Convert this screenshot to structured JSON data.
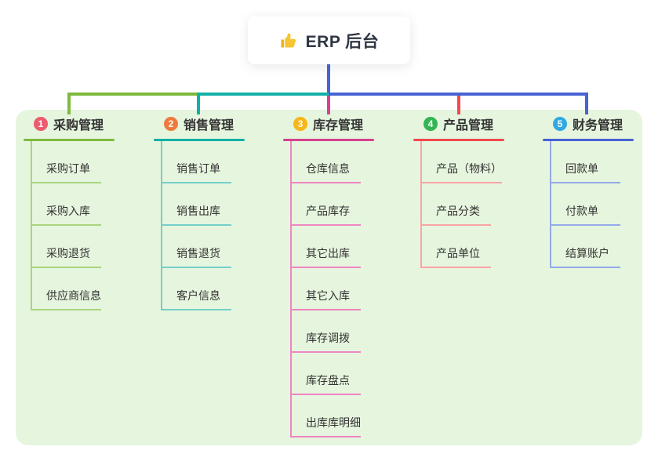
{
  "root": {
    "icon": "thumbs-up-icon",
    "title": "ERP 后台"
  },
  "panel": {
    "background": "#e6f5de"
  },
  "connector": {
    "root_color": "#4a63d2"
  },
  "branches": [
    {
      "number": "1",
      "label": "采购管理",
      "badge_color": "#ee5b6e",
      "line_color": "#7eba3d",
      "child_line_color": "#aad47f",
      "children": [
        "采购订单",
        "采购入库",
        "采购退货",
        "供应商信息"
      ]
    },
    {
      "number": "2",
      "label": "销售管理",
      "badge_color": "#ee7b3d",
      "line_color": "#12b0a6",
      "child_line_color": "#74cfc8",
      "children": [
        "销售订单",
        "销售出库",
        "销售退货",
        "客户信息"
      ]
    },
    {
      "number": "3",
      "label": "库存管理",
      "badge_color": "#f7b717",
      "line_color": "#d6418f",
      "child_line_color": "#ee86c2",
      "children": [
        "仓库信息",
        "产品库存",
        "其它出库",
        "其它入库",
        "库存调拨",
        "库存盘点",
        "出库库明细"
      ]
    },
    {
      "number": "4",
      "label": "产品管理",
      "badge_color": "#33b553",
      "line_color": "#f2494f",
      "child_line_color": "#f8a5a5",
      "children": [
        "产品（物料）",
        "产品分类",
        "产品单位"
      ]
    },
    {
      "number": "5",
      "label": "财务管理",
      "badge_color": "#31a9e0",
      "line_color": "#4763d3",
      "child_line_color": "#94aae8",
      "children": [
        "回款单",
        "付款单",
        "结算账户"
      ]
    }
  ]
}
